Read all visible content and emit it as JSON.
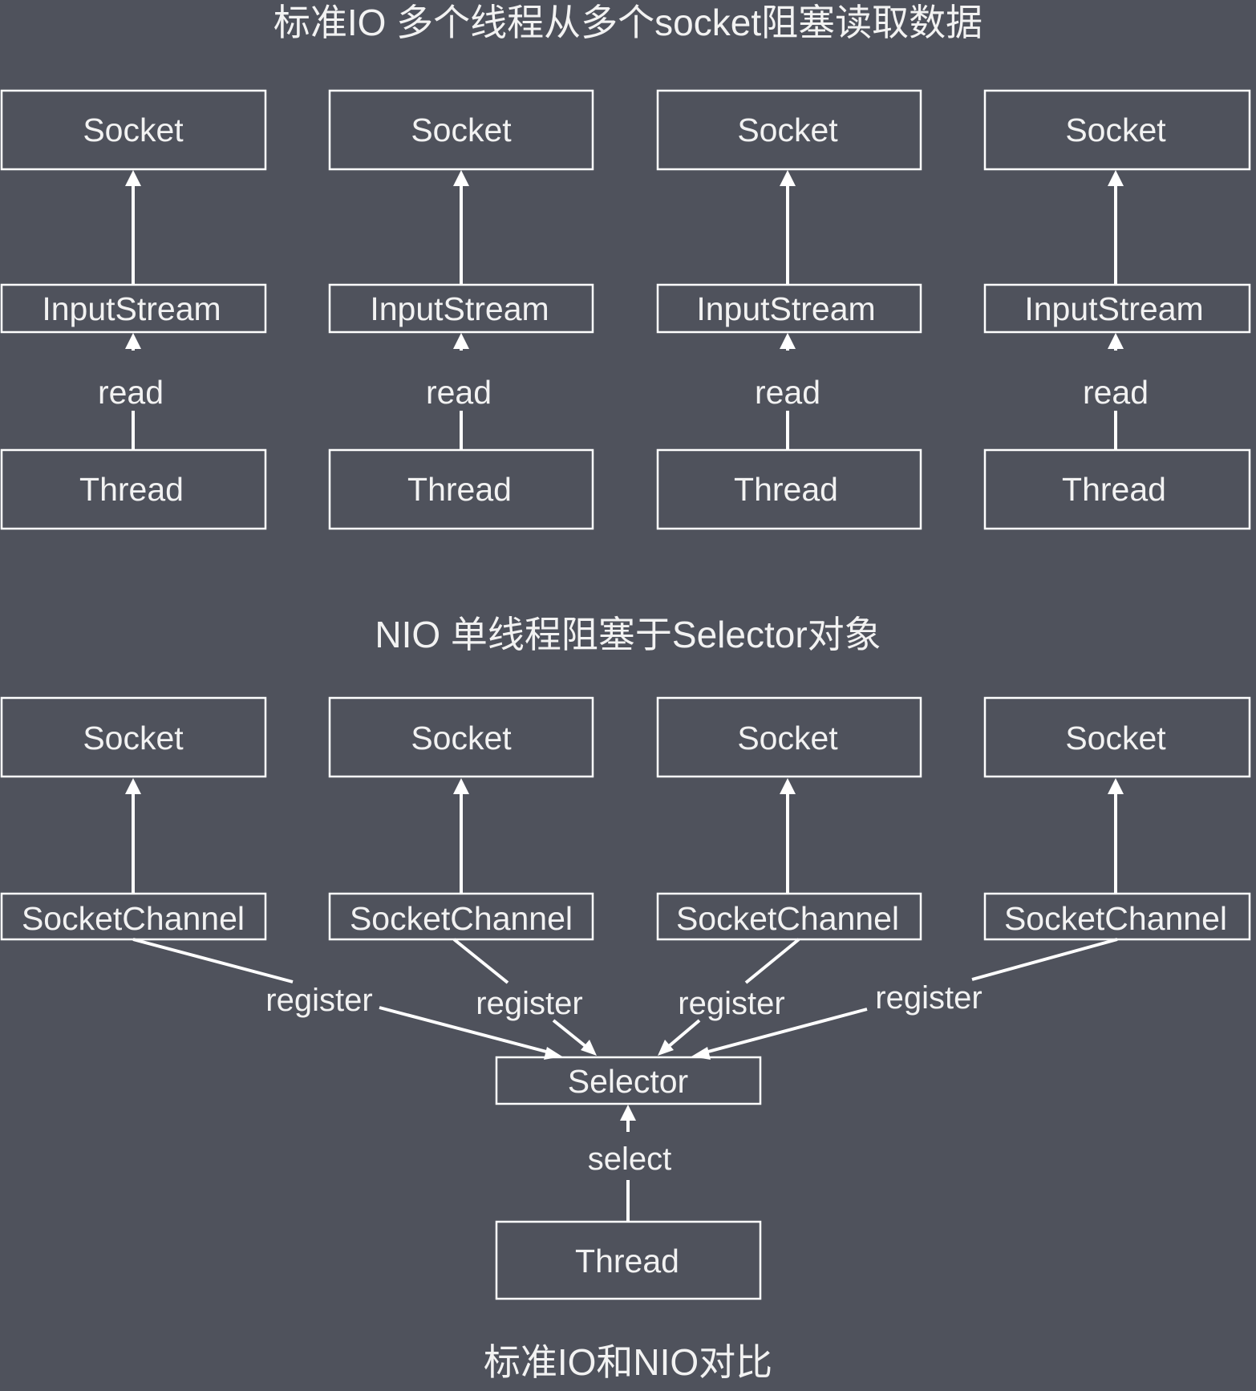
{
  "title_top": "标准IO 多个线程从多个socket阻塞读取数据",
  "title_middle": "NIO 单线程阻塞于Selector对象",
  "title_bottom": "标准IO和NIO对比",
  "standard_io": {
    "columns": [
      {
        "socket": "Socket",
        "stream": "InputStream",
        "edge": "read",
        "thread": "Thread"
      },
      {
        "socket": "Socket",
        "stream": "InputStream",
        "edge": "read",
        "thread": "Thread"
      },
      {
        "socket": "Socket",
        "stream": "InputStream",
        "edge": "read",
        "thread": "Thread"
      },
      {
        "socket": "Socket",
        "stream": "InputStream",
        "edge": "read",
        "thread": "Thread"
      }
    ]
  },
  "nio": {
    "columns": [
      {
        "socket": "Socket",
        "channel": "SocketChannel",
        "edge": "register"
      },
      {
        "socket": "Socket",
        "channel": "SocketChannel",
        "edge": "register"
      },
      {
        "socket": "Socket",
        "channel": "SocketChannel",
        "edge": "register"
      },
      {
        "socket": "Socket",
        "channel": "SocketChannel",
        "edge": "register"
      }
    ],
    "selector": "Selector",
    "select_edge": "select",
    "thread": "Thread"
  },
  "colors": {
    "background": "#4f525c",
    "stroke": "#ffffff",
    "text": "#f2f2f2"
  }
}
